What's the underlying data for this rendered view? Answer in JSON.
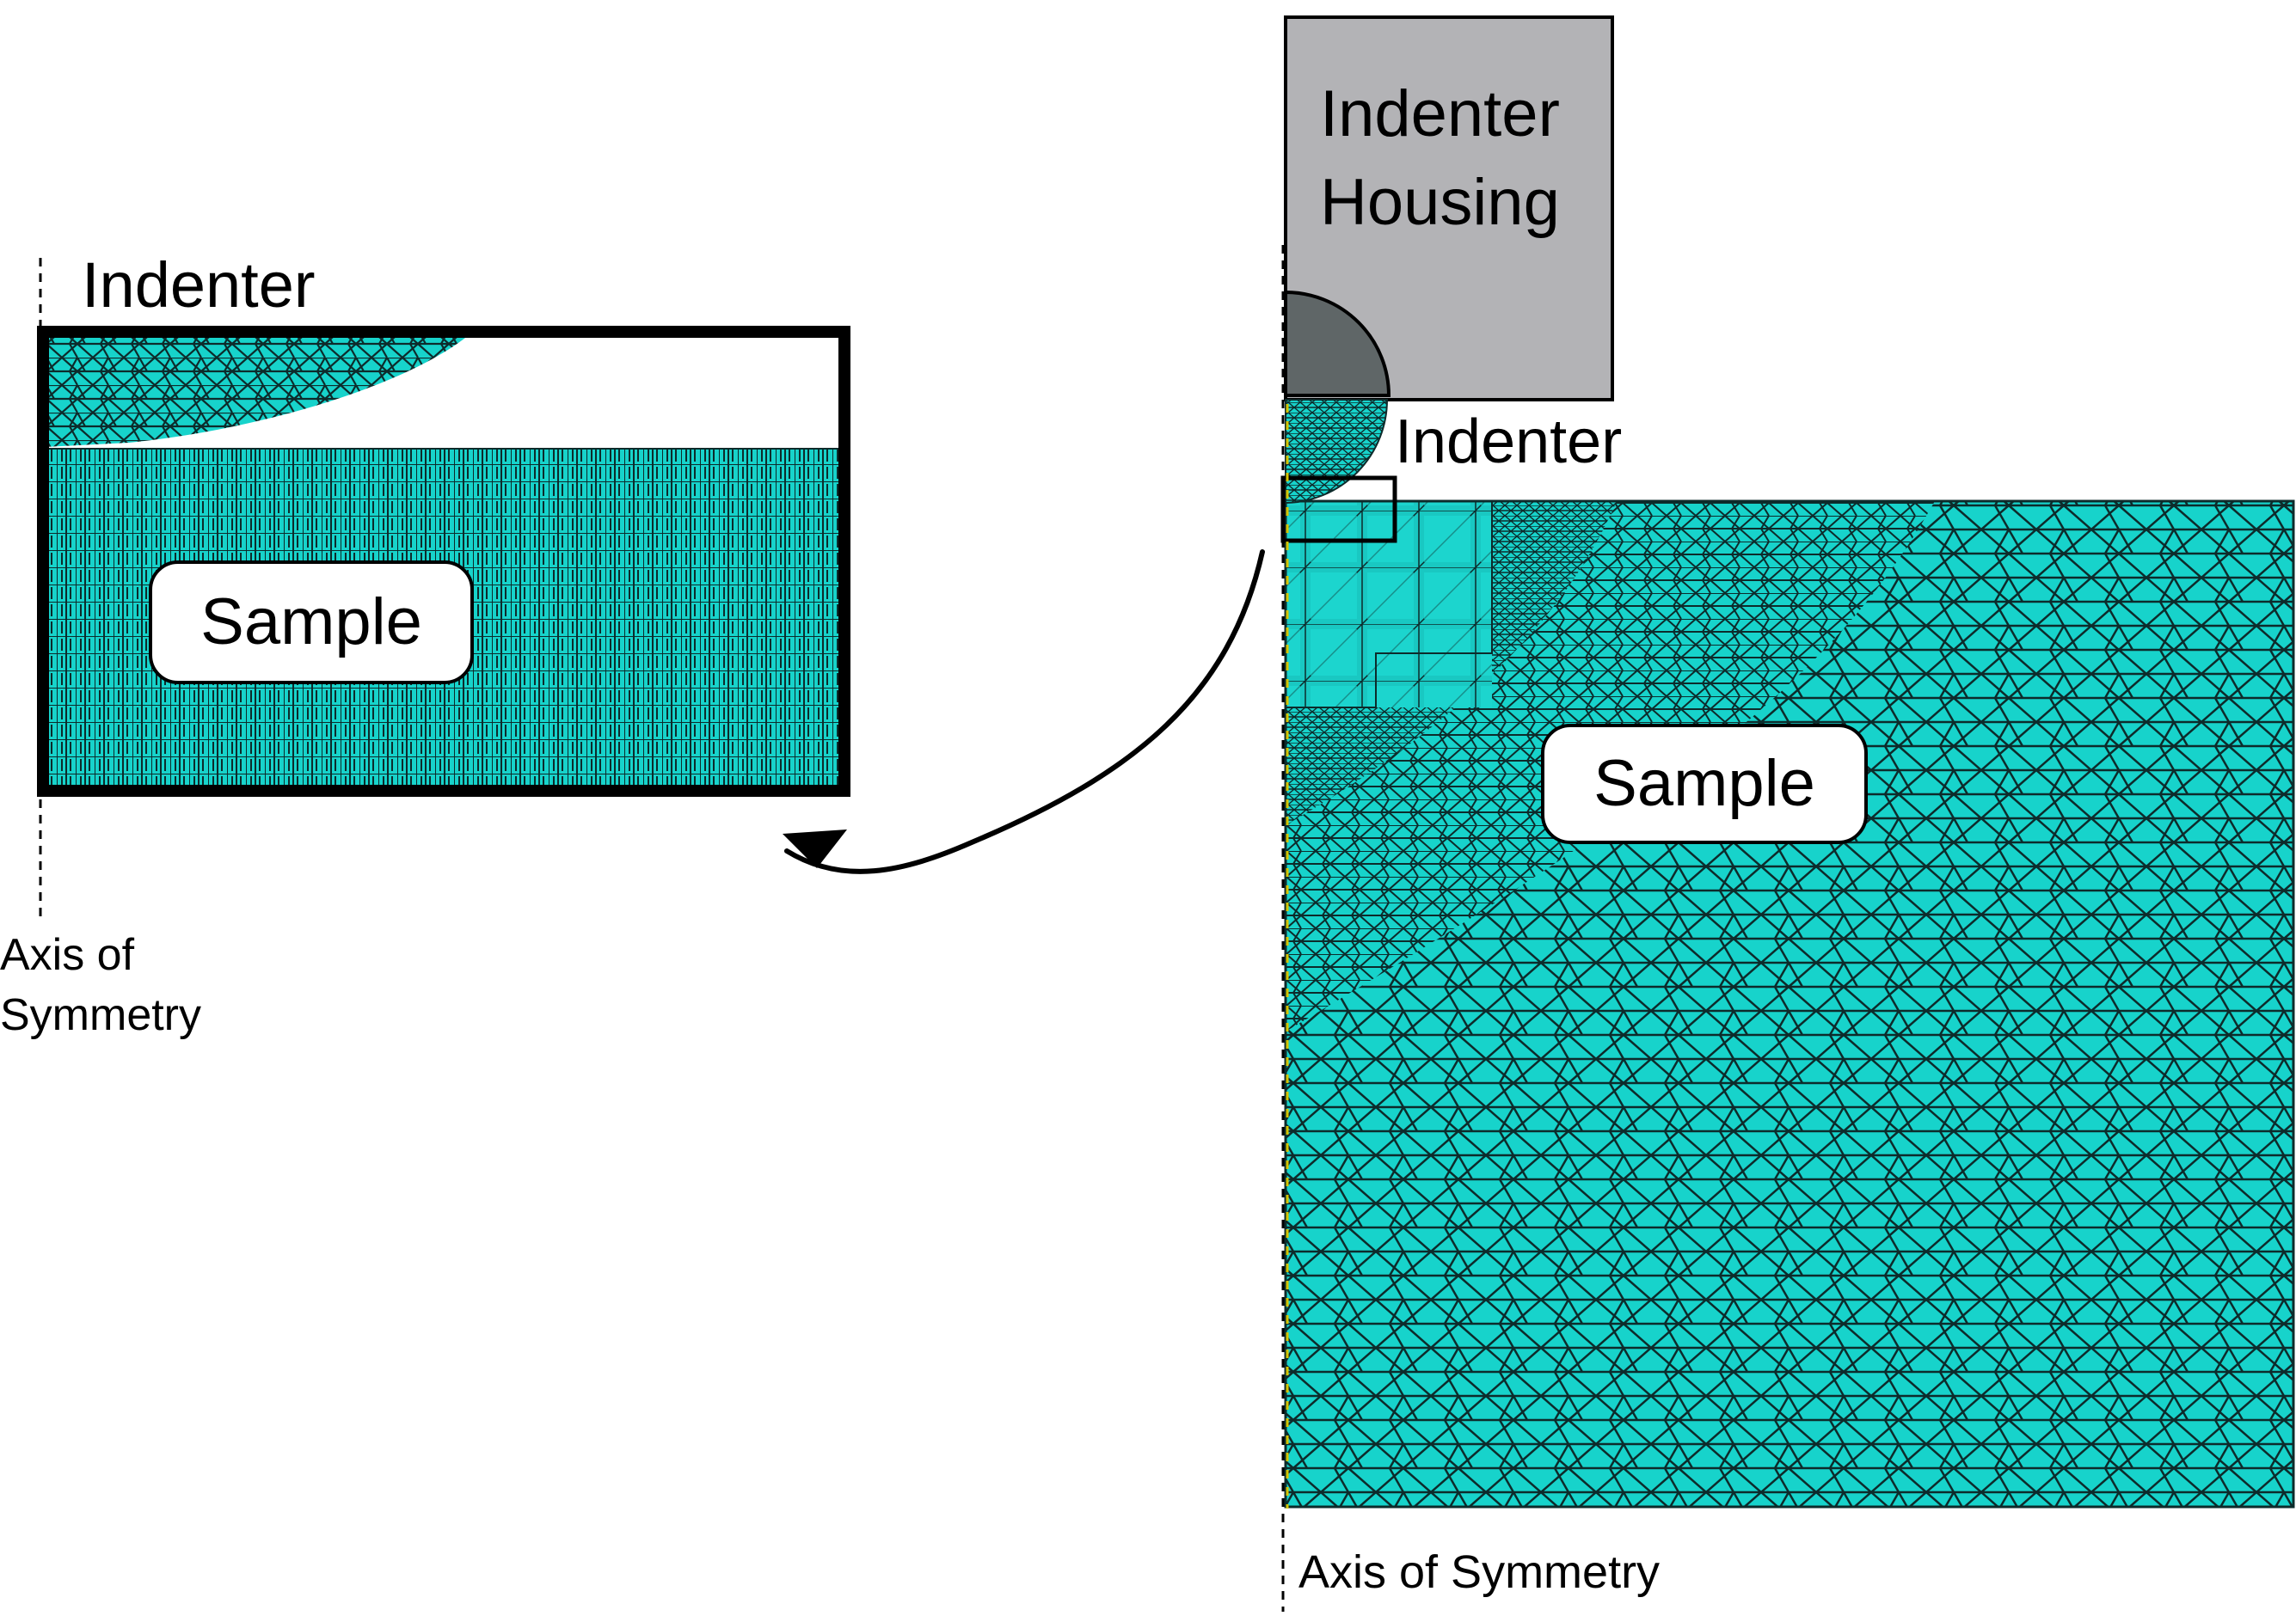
{
  "labels": {
    "housing_line1": "Indenter",
    "housing_line2": "Housing",
    "indenter_main": "Indenter",
    "sample_main": "Sample",
    "axis_main": "Axis of Symmetry",
    "indenter_inset": "Indenter",
    "sample_inset": "Sample",
    "axis_inset_line1": "Axis of",
    "axis_inset_line2": "Symmetry"
  },
  "colors": {
    "mesh_fill": "#17d3cb",
    "mesh_line": "#0d2b2b",
    "housing_fill": "#b3b3b6",
    "indenter_fill": "#5f6667",
    "frame": "#000000",
    "axis_line": "#000000",
    "axis_highlight": "#d6c400"
  },
  "icons": {
    "arrow": "curved-arrow-icon"
  }
}
